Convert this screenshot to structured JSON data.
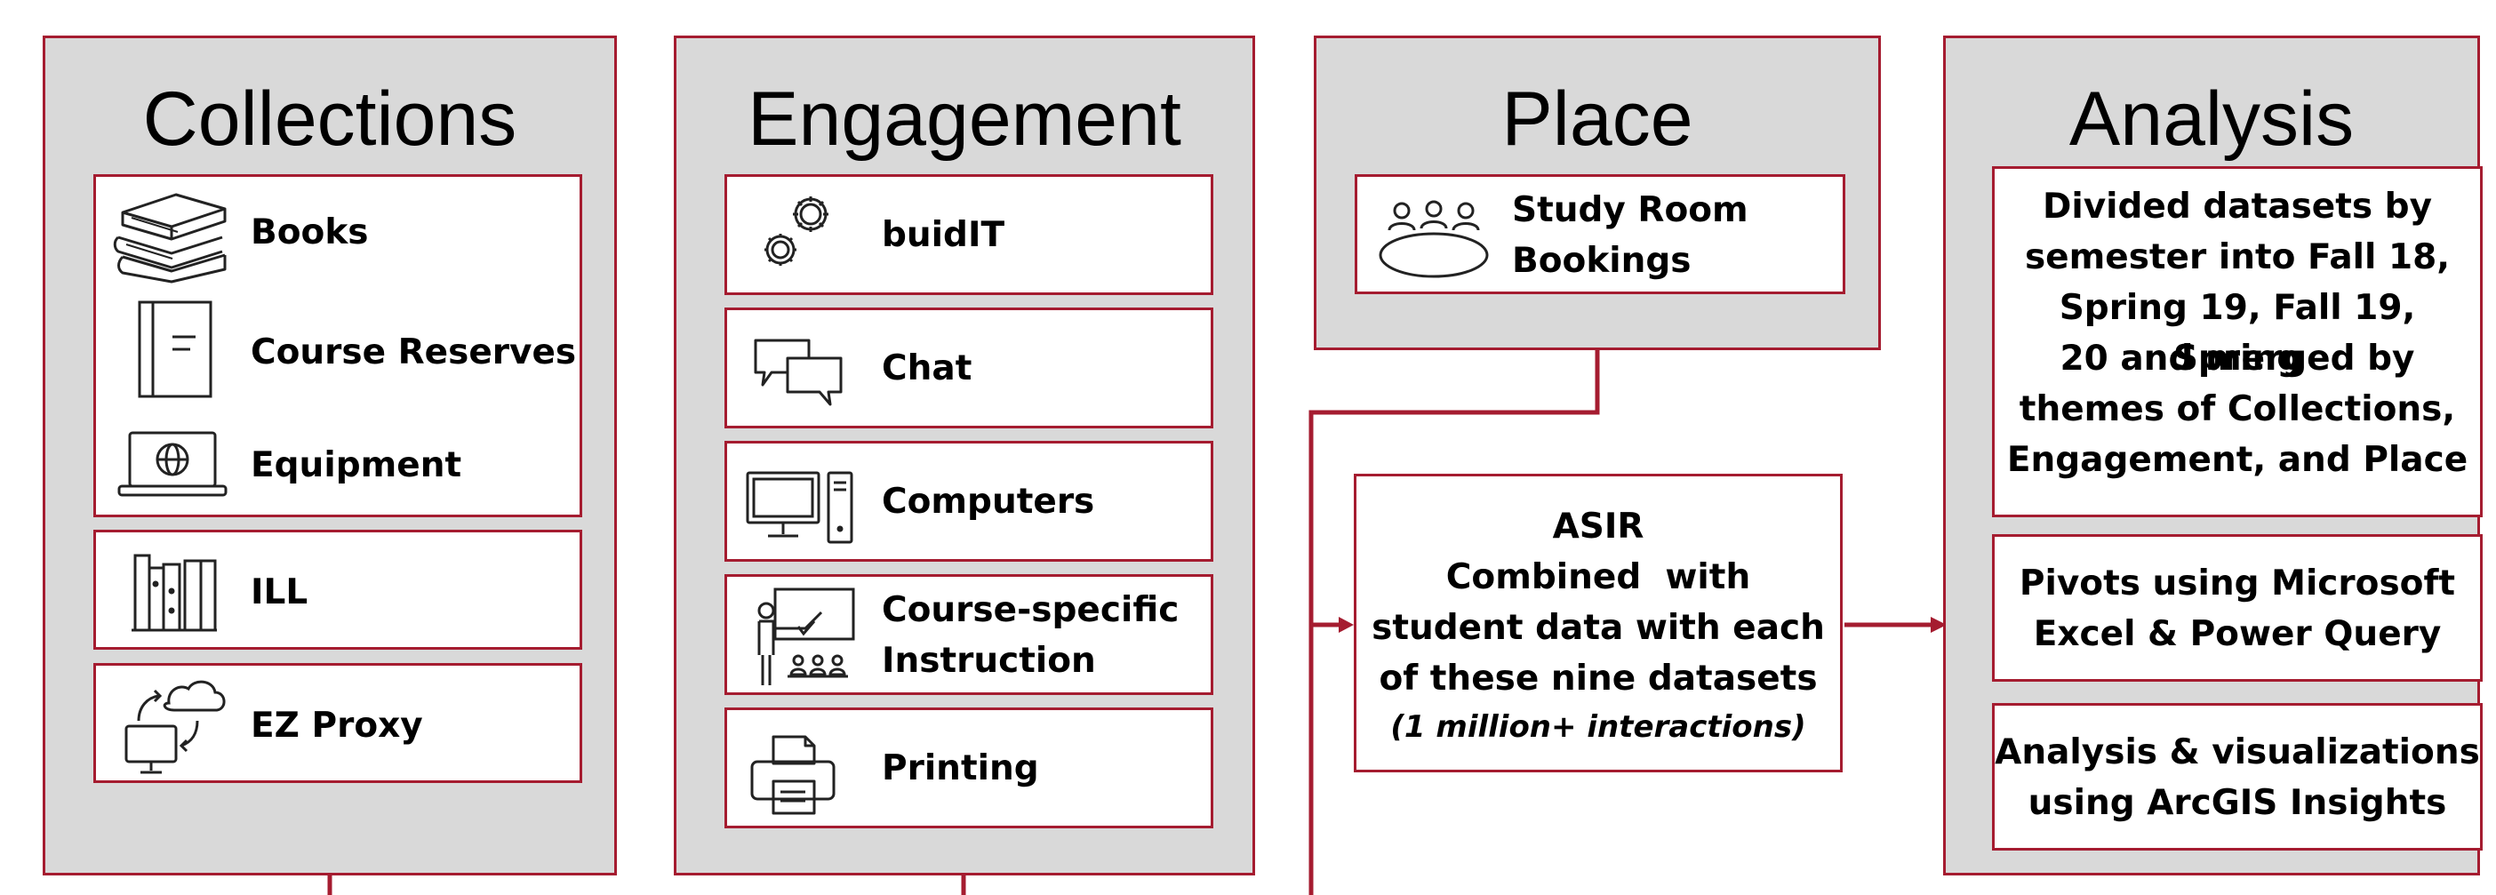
{
  "colors": {
    "accent": "#a51c30",
    "panel_bg": "#d9d9d9",
    "box_bg": "#ffffff",
    "text": "#000000"
  },
  "collections": {
    "title": "Collections",
    "items": [
      {
        "label": "Books",
        "icon": "books-stack-icon"
      },
      {
        "label": "Course Reserves",
        "icon": "book-icon"
      },
      {
        "label": "Equipment",
        "icon": "laptop-globe-icon"
      },
      {
        "label": "ILL",
        "icon": "bookshelf-icon"
      },
      {
        "label": "EZ Proxy",
        "icon": "cloud-computer-icon"
      }
    ]
  },
  "engagement": {
    "title": "Engagement",
    "items": [
      {
        "label": "buidIT",
        "icon": "gears-icon"
      },
      {
        "label": "Chat",
        "icon": "chat-bubbles-icon"
      },
      {
        "label": "Computers",
        "icon": "desktop-computer-icon"
      },
      {
        "label": "Course-specific Instruction",
        "lines": [
          "Course-specific",
          "Instruction"
        ],
        "icon": "classroom-instruction-icon"
      },
      {
        "label": "Printing",
        "icon": "printer-icon"
      }
    ]
  },
  "place": {
    "title": "Place",
    "items": [
      {
        "label": "Study Room Bookings",
        "lines": [
          "Study Room",
          "Bookings"
        ],
        "icon": "meeting-table-icon"
      }
    ]
  },
  "asir": {
    "lines": [
      "ASIR",
      "Combined  with",
      "student data with each",
      "of these nine datasets"
    ],
    "note": "(1 million+ interactions)"
  },
  "analysis": {
    "title": "Analysis",
    "boxes": [
      {
        "lines": [
          "Divided datasets by",
          "semester into Fall 18,",
          "Spring 19, Fall 19, Spring",
          "20 and merged by",
          "themes of Collections,",
          "Engagement, and Place"
        ]
      },
      {
        "lines": [
          "Pivots using Microsoft",
          "Excel & Power Query"
        ]
      },
      {
        "lines": [
          "Analysis & visualizations",
          "using ArcGIS Insights"
        ]
      }
    ]
  }
}
